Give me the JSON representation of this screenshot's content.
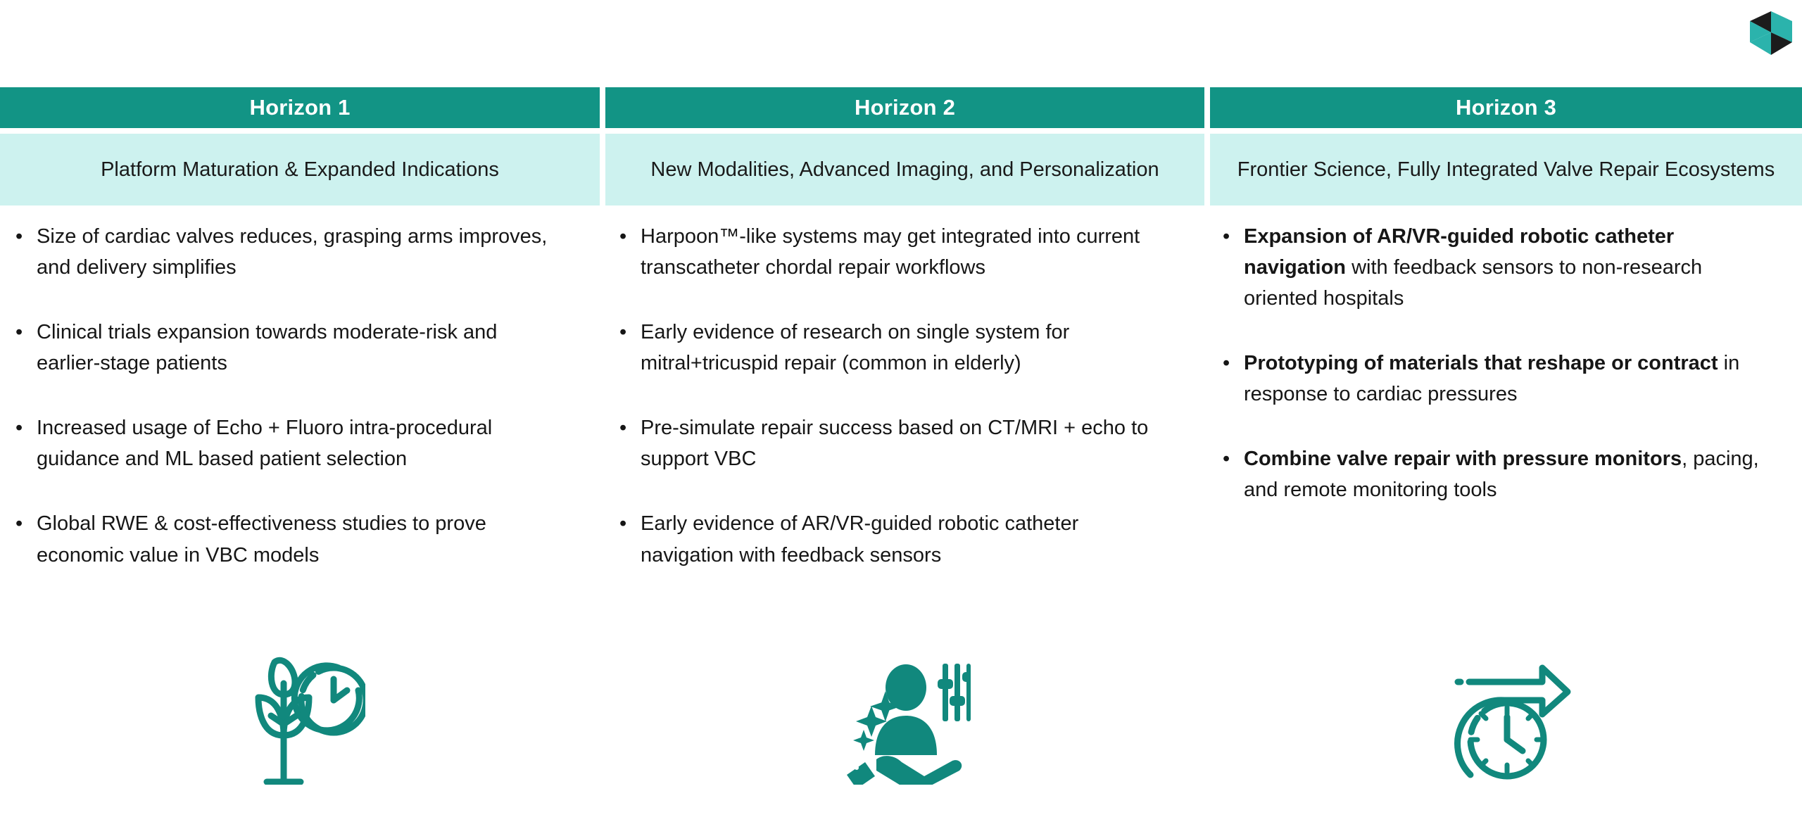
{
  "brand": {
    "logo_name": "company-diamond-logo",
    "teal": "#129485",
    "dark": "#1a1a1a",
    "header_bg": "#129485",
    "subheader_bg": "#cdf2ef",
    "icon_color": "#11887d"
  },
  "columns": [
    {
      "id": "horizon-1",
      "title": "Horizon 1",
      "subtitle": "Platform Maturation & Expanded Indications",
      "icon_name": "plant-growth-clock-icon",
      "bullets": [
        {
          "lead": "",
          "text": "Size of cardiac valves reduces, grasping arms improves, and delivery simplifies"
        },
        {
          "lead": "",
          "text": "Clinical trials expansion towards moderate-risk and earlier-stage patients"
        },
        {
          "lead": "",
          "text": "Increased usage of Echo + Fluoro intra-procedural guidance and ML based patient selection"
        },
        {
          "lead": "",
          "text": "Global RWE & cost-effectiveness studies to prove economic value in VBC models"
        }
      ]
    },
    {
      "id": "horizon-2",
      "title": "Horizon 2",
      "subtitle": "New Modalities, Advanced Imaging, and Personalization",
      "icon_name": "personalization-person-sliders-icon",
      "bullets": [
        {
          "lead": "",
          "text": "Harpoon™-like systems may get integrated into current transcatheter chordal repair workflows"
        },
        {
          "lead": "",
          "text": "Early evidence of research on single system for mitral+tricuspid repair (common in elderly)"
        },
        {
          "lead": "",
          "text": "Pre-simulate repair success based on CT/MRI + echo to support VBC"
        },
        {
          "lead": "",
          "text": "Early evidence of AR/VR-guided robotic catheter navigation with feedback sensors"
        }
      ]
    },
    {
      "id": "horizon-3",
      "title": "Horizon 3",
      "subtitle": "Frontier Science, Fully Integrated Valve Repair Ecosystems",
      "icon_name": "clock-forward-arrow-icon",
      "bullets": [
        {
          "lead": "Expansion of AR/VR-guided robotic catheter navigation",
          "text": " with feedback sensors to non-research oriented hospitals"
        },
        {
          "lead": "Prototyping of materials that reshape or contract",
          "text": " in response to cardiac pressures"
        },
        {
          "lead": "Combine valve repair with pressure monitors",
          "text": ", pacing, and remote monitoring tools"
        }
      ]
    }
  ],
  "bullet_marker": "•"
}
